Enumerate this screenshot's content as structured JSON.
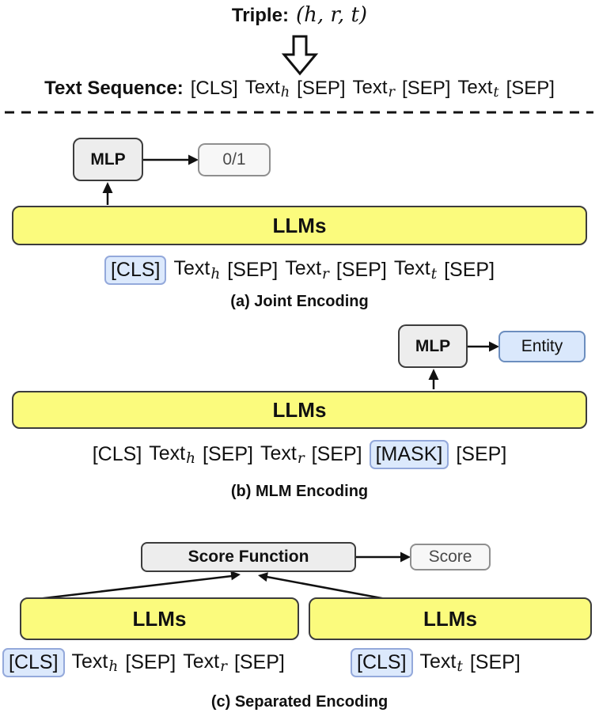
{
  "header": {
    "triple_label": "Triple:",
    "triple_math": "(h, r, t)",
    "sequence_label": "Text Sequence:",
    "sequence_tokens": [
      {
        "t": "[CLS]"
      },
      {
        "t": "Text",
        "sub": "h"
      },
      {
        "t": "[SEP]"
      },
      {
        "t": "Text",
        "sub": "r"
      },
      {
        "t": "[SEP]"
      },
      {
        "t": "Text",
        "sub": "t"
      },
      {
        "t": "[SEP]"
      }
    ]
  },
  "sections": {
    "a": {
      "mlp_label": "MLP",
      "output_label": "0/1",
      "llm_label": "LLMs",
      "tokens": [
        {
          "t": "[CLS]",
          "boxed": true
        },
        {
          "t": "Text",
          "sub": "h"
        },
        {
          "t": "[SEP]"
        },
        {
          "t": "Text",
          "sub": "r"
        },
        {
          "t": "[SEP]"
        },
        {
          "t": "Text",
          "sub": "t"
        },
        {
          "t": "[SEP]"
        }
      ],
      "caption": "(a) Joint Encoding"
    },
    "b": {
      "mlp_label": "MLP",
      "output_label": "Entity",
      "llm_label": "LLMs",
      "tokens": [
        {
          "t": "[CLS]"
        },
        {
          "t": "Text",
          "sub": "h"
        },
        {
          "t": "[SEP]"
        },
        {
          "t": "Text",
          "sub": "r"
        },
        {
          "t": "[SEP]"
        },
        {
          "t": "[MASK]",
          "boxed": true
        },
        {
          "t": "[SEP]"
        }
      ],
      "caption": "(b) MLM Encoding"
    },
    "c": {
      "score_fn_label": "Score Function",
      "output_label": "Score",
      "llm_left_label": "LLMs",
      "llm_right_label": "LLMs",
      "tokens_left": [
        {
          "t": "[CLS]",
          "boxed": true
        },
        {
          "t": "Text",
          "sub": "h"
        },
        {
          "t": "[SEP]"
        },
        {
          "t": "Text",
          "sub": "r"
        },
        {
          "t": "[SEP]"
        }
      ],
      "tokens_right": [
        {
          "t": "[CLS]",
          "boxed": true
        },
        {
          "t": "Text",
          "sub": "t"
        },
        {
          "t": "[SEP]"
        }
      ],
      "caption": "(c) Separated Encoding"
    }
  },
  "colors": {
    "bg": "#FFFFFF",
    "text": "#111111",
    "llm_fill": "#FBFB7D",
    "gray_fill": "#EDEDED",
    "light_fill": "#F7F7F7",
    "light_border": "#8F8F8F",
    "muted_text": "#4A4A4A",
    "blue_fill": "#DAE8FC",
    "blue_border": "#6C8EBF",
    "tokenbox_fill": "#DCE9FC",
    "tokenbox_border": "#94A9DB",
    "dark_border": "#3C3C3C",
    "arrow": "#111111"
  }
}
